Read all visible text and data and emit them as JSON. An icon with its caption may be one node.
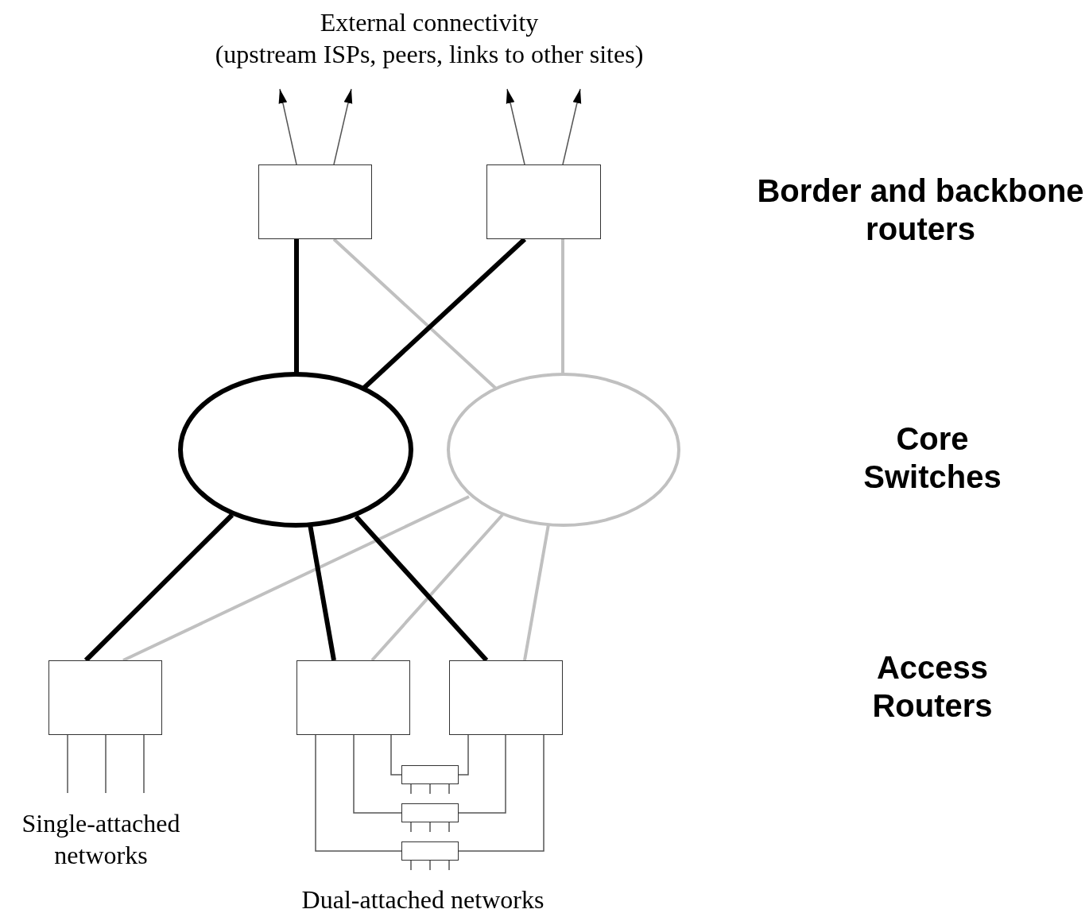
{
  "diagram": {
    "nodes": [
      {
        "text": [],
        "shape": "box"
      },
      {
        "text": [],
        "shape": "box"
      },
      {
        "text": [],
        "shape": "ellipse"
      },
      {
        "text": [],
        "shape": "ellipse"
      },
      {
        "text": [],
        "shape": "box"
      },
      {
        "text": [],
        "shape": "box"
      },
      {
        "text": [],
        "shape": "box"
      },
      {
        "text": [],
        "shape": "box"
      },
      {
        "text": [],
        "shape": "box"
      },
      {
        "text": [],
        "shape": "box"
      }
    ],
    "edges": [
      {
        "from": 0,
        "to": null,
        "arrow": "to"
      },
      {
        "from": 0,
        "to": null,
        "arrow": "to"
      },
      {
        "from": 1,
        "to": null,
        "arrow": "to"
      },
      {
        "from": 1,
        "to": null,
        "arrow": "to"
      },
      {
        "from": 0,
        "to": 2,
        "arrow": "none",
        "style": "thick"
      },
      {
        "from": 0,
        "to": 3,
        "arrow": "none",
        "style": "thick",
        "color": "#c0c0c0"
      },
      {
        "from": 1,
        "to": 2,
        "arrow": "none",
        "style": "thick"
      },
      {
        "from": 1,
        "to": 3,
        "arrow": "none",
        "style": "thick",
        "color": "#c0c0c0"
      },
      {
        "from": 2,
        "to": 4,
        "arrow": "none",
        "style": "thick"
      },
      {
        "from": 3,
        "to": 4,
        "arrow": "none",
        "style": "thick",
        "color": "#c0c0c0"
      },
      {
        "from": 2,
        "to": 5,
        "arrow": "none",
        "style": "thick"
      },
      {
        "from": 3,
        "to": 5,
        "arrow": "none",
        "style": "thick",
        "color": "#c0c0c0"
      },
      {
        "from": 2,
        "to": 6,
        "arrow": "none",
        "style": "thick"
      },
      {
        "from": 3,
        "to": 6,
        "arrow": "none",
        "style": "thick",
        "color": "#c0c0c0"
      },
      {
        "from": 4,
        "to": null,
        "arrow": "none"
      },
      {
        "from": 4,
        "to": null,
        "arrow": "none"
      },
      {
        "from": 4,
        "to": null,
        "arrow": "none"
      },
      {
        "from": 5,
        "to": 7,
        "arrow": "none"
      },
      {
        "from": 6,
        "to": 7,
        "arrow": "none"
      },
      {
        "from": 5,
        "to": 8,
        "arrow": "none"
      },
      {
        "from": 6,
        "to": 8,
        "arrow": "none"
      },
      {
        "from": 5,
        "to": 9,
        "arrow": "none"
      },
      {
        "from": 6,
        "to": 9,
        "arrow": "none"
      },
      {
        "from": 7,
        "to": null,
        "arrow": "none"
      },
      {
        "from": 7,
        "to": null,
        "arrow": "none"
      },
      {
        "from": 7,
        "to": null,
        "arrow": "none"
      },
      {
        "from": 8,
        "to": null,
        "arrow": "none"
      },
      {
        "from": 8,
        "to": null,
        "arrow": "none"
      },
      {
        "from": 8,
        "to": null,
        "arrow": "none"
      },
      {
        "from": 9,
        "to": null,
        "arrow": "none"
      },
      {
        "from": 9,
        "to": null,
        "arrow": "none"
      },
      {
        "from": 9,
        "to": null,
        "arrow": "none"
      }
    ],
    "labels": [
      "External connectivity (upstream ISPs, peers, links to other sites)",
      "Border and backbone routers",
      "Core Switches",
      "Access Routers",
      "Single-attached networks",
      "Dual-attached networks"
    ]
  }
}
